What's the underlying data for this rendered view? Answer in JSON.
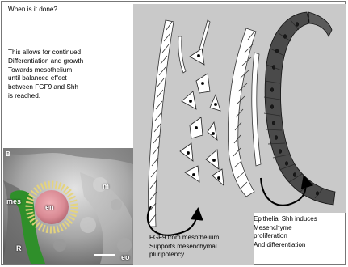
{
  "slide": {
    "title": "When is it done?",
    "body": "This allows for continued\nDifferentiation and growth\nTowards mesothelium\nuntil balanced effect\nbetween FGF9 and  Shh\nis reached."
  },
  "micrograph": {
    "panel_letter": "B",
    "labels": {
      "mes": "mes",
      "en": "en",
      "m": "m",
      "r": "R",
      "eo": "eo"
    }
  },
  "diagram": {
    "caption_fgf9": "FGF9 from  mesothelium\nSupports mesenchymal\npluripotency",
    "caption_shh": "Epithelial Shh induces\nMesenchyme\nproliferation\nAnd differentiation"
  },
  "colors": {
    "panel_background": "#c9c9c9",
    "epithelium_fill": "#4a4a4a",
    "mesothelium_fill": "#ffffff",
    "endoderm_pink": "#d98a94",
    "mesenchyme_yellow": "#e6d47a",
    "highlight_green": "#2f8f2a"
  }
}
